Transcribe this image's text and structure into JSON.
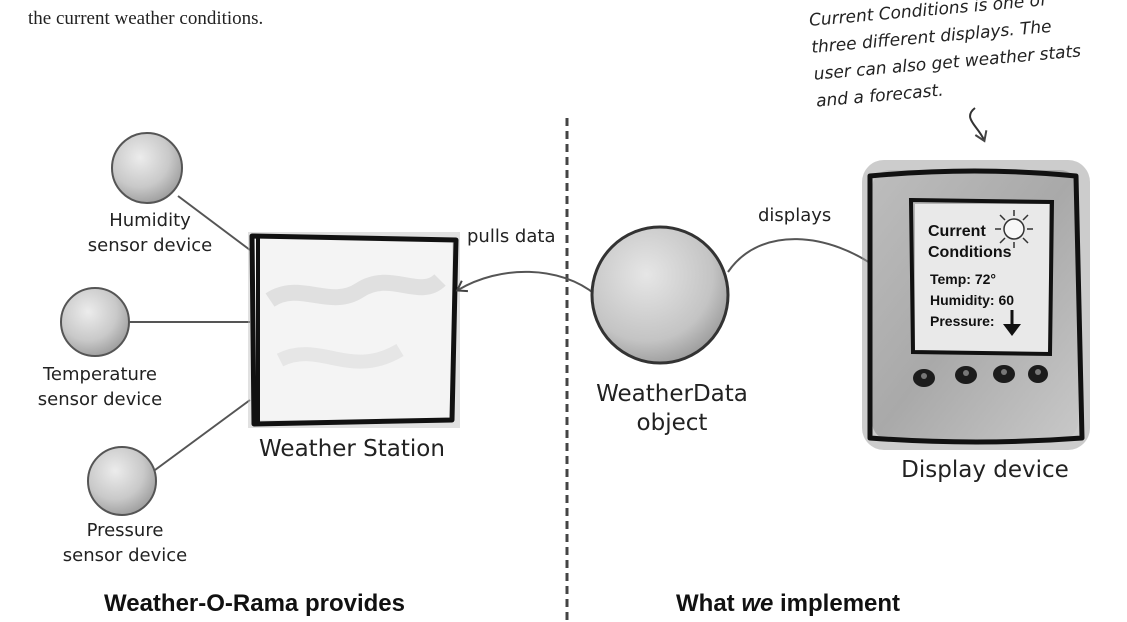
{
  "intro_text": "the current weather conditions.",
  "annotation": {
    "lines": [
      "Current Conditions is one of",
      "three different displays. The",
      "user can also get weather stats",
      "and a forecast."
    ]
  },
  "sensors": {
    "humidity": [
      "Humidity",
      "sensor device"
    ],
    "temperature": [
      "Temperature",
      "sensor device"
    ],
    "pressure": [
      "Pressure",
      "sensor device"
    ]
  },
  "weather_station_label": "Weather Station",
  "pulls_data_label": "pulls data",
  "weather_data": [
    "WeatherData",
    "object"
  ],
  "displays_label": "displays",
  "display_device": {
    "label": "Display device",
    "screen": {
      "title_line1": "Current",
      "title_line2": "Conditions",
      "temp": "Temp: 72°",
      "humidity": "Humidity: 60",
      "pressure": "Pressure:"
    }
  },
  "bottom_left_title": "Weather-O-Rama provides",
  "bottom_right_title_pre": "What ",
  "bottom_right_title_em": "we",
  "bottom_right_title_post": " implement"
}
